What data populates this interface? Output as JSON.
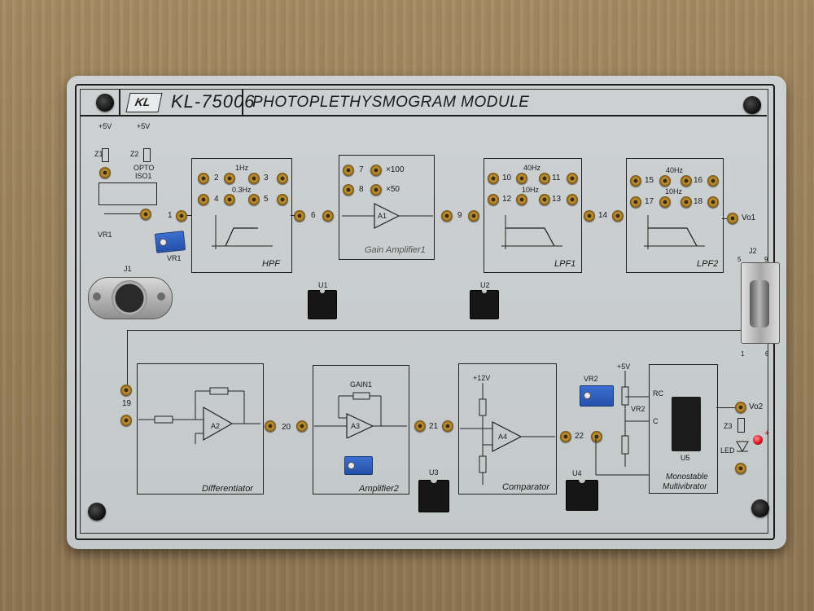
{
  "brand": {
    "model": "KL-75006",
    "title": "PHOTOPLETHYSMOGRAM MODULE",
    "logo_text": "KL"
  },
  "sensor": {
    "v1": "+5V",
    "v2": "+5V",
    "z1": "Z1",
    "z2": "Z2",
    "opto": "OPTO",
    "iso": "ISO1",
    "vr1a": "VR1",
    "vr1b": "VR1",
    "j1": "J1"
  },
  "hpf": {
    "label": "HPF",
    "freq_top": "1Hz",
    "freq_bottom": "0.3Hz",
    "pins": [
      "2",
      "3",
      "4",
      "5"
    ],
    "in_pin": "1",
    "out_pin": "6"
  },
  "gain1": {
    "label": "Gain Amplifier1",
    "x100": "×100",
    "x50": "×50",
    "pins": [
      "7",
      "8"
    ],
    "amp": "A1",
    "out_pin": "9"
  },
  "lpf1": {
    "label": "LPF1",
    "freq_top": "40Hz",
    "freq_bottom": "10Hz",
    "pins": [
      "10",
      "11",
      "12",
      "13"
    ],
    "out_pin": "14"
  },
  "lpf2": {
    "label": "LPF2",
    "freq_top": "40Hz",
    "freq_bottom": "10Hz",
    "pins": [
      "15",
      "16",
      "17",
      "18"
    ],
    "out_pin": "Vo1"
  },
  "chips": {
    "u1": "U1",
    "u2": "U2",
    "u3": "U3",
    "u4": "U4",
    "u5": "U5"
  },
  "j2": {
    "label": "J2",
    "p5": "5",
    "p9": "9",
    "p1": "1",
    "p6": "6"
  },
  "diff": {
    "label": "Differentiator",
    "amp": "A2",
    "in_pin": "19",
    "out_pin": "20"
  },
  "amp2": {
    "label": "Amplifier2",
    "amp": "A3",
    "gain": "GAIN1",
    "out_pin": "21"
  },
  "comp": {
    "label": "Comparator",
    "amp": "A4",
    "supply": "+12V",
    "out_pin": "22"
  },
  "mono": {
    "label1": "Monostable",
    "label2": "Multivibrator",
    "supply": "+5V",
    "rc": "RC",
    "c": "C",
    "vr2a": "VR2",
    "vr2b": "VR2",
    "z3": "Z3",
    "led": "LED",
    "vo2": "Vo2",
    "plus": "+"
  }
}
